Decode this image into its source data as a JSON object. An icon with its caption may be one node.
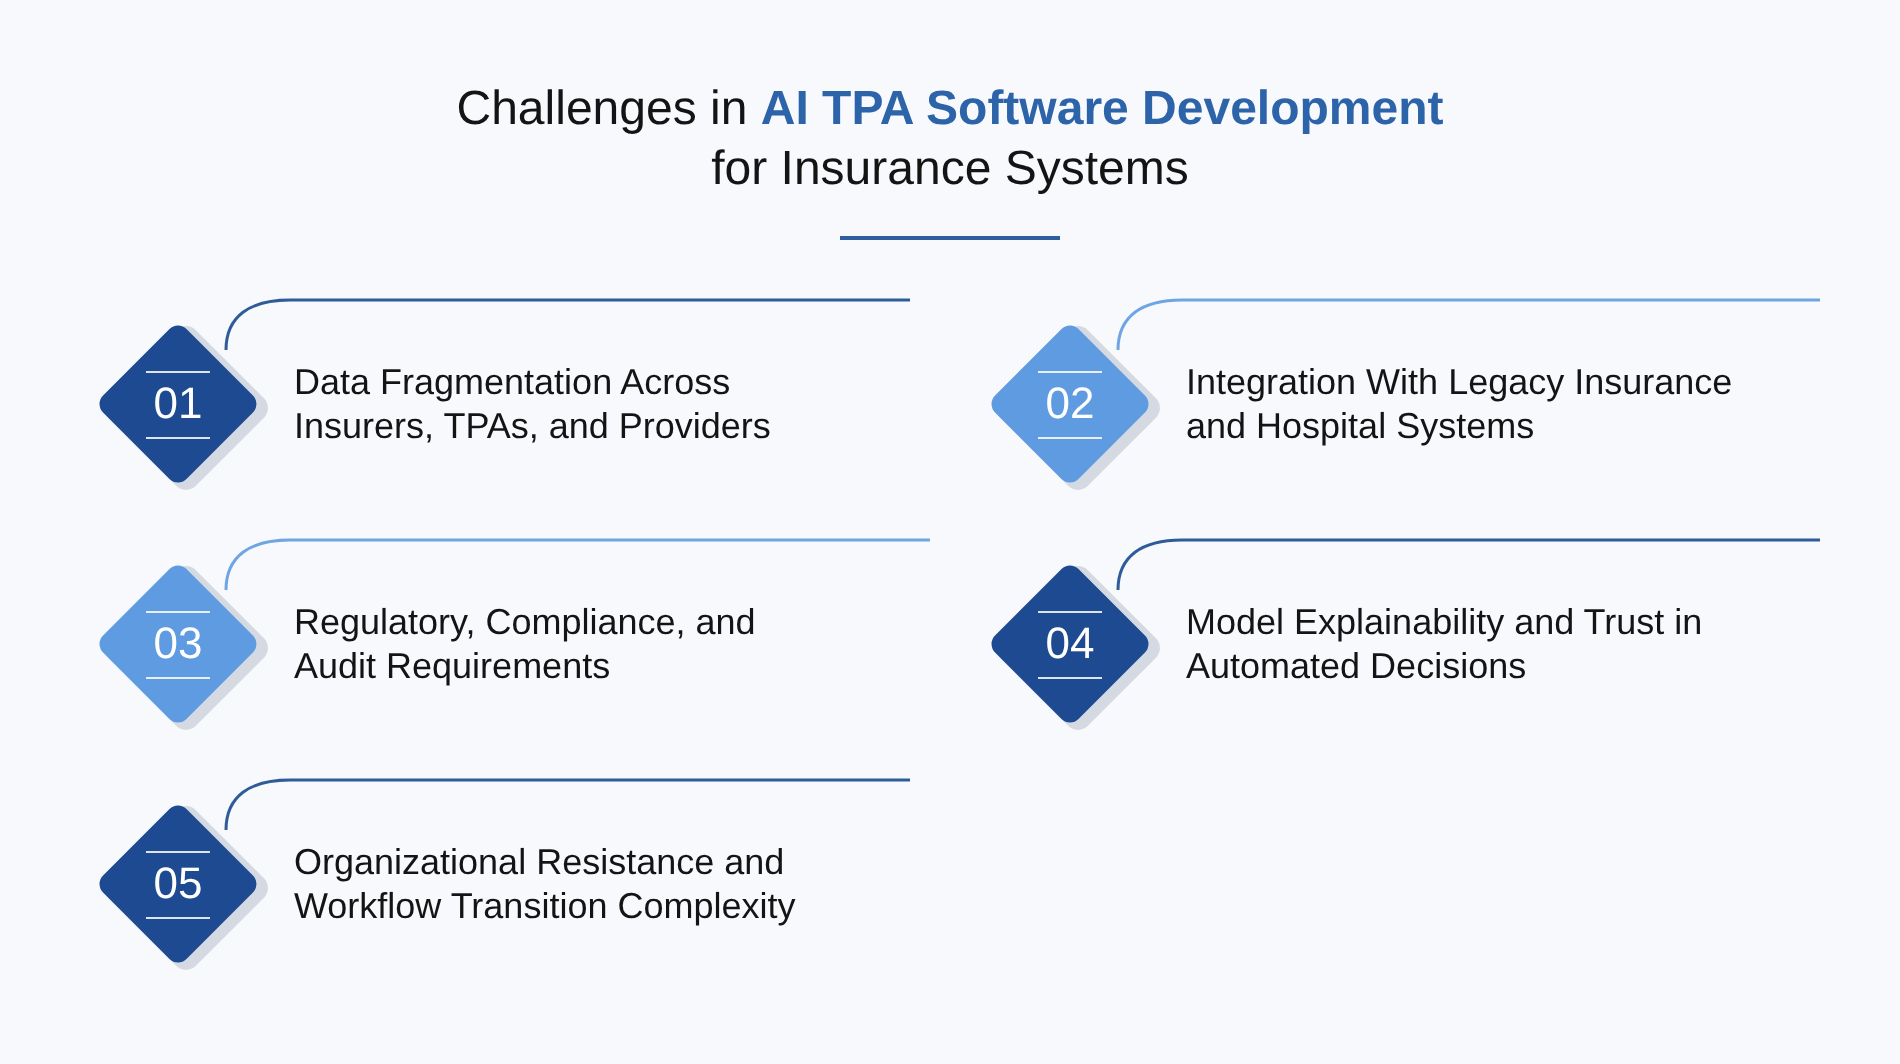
{
  "diagram": {
    "title": "Challenges in **AI TPA Software Development** for Insurance Systems",
    "nodes": [
      {
        "text": [
          "01"
        ],
        "beside": [
          "Data Fragmentation Across Insurers, TPAs, and Providers"
        ]
      },
      {
        "text": [
          "02"
        ],
        "beside": [
          "Integration With Legacy Insurance and Hospital Systems"
        ]
      },
      {
        "text": [
          "03"
        ],
        "beside": [
          "Regulatory, Compliance, and Audit Requirements"
        ]
      },
      {
        "text": [
          "04"
        ],
        "beside": [
          "Model Explainability and Trust in Automated Decisions"
        ]
      },
      {
        "text": [
          "05"
        ],
        "beside": [
          "Organizational Resistance and Workflow Transition Complexity"
        ]
      }
    ]
  }
}
